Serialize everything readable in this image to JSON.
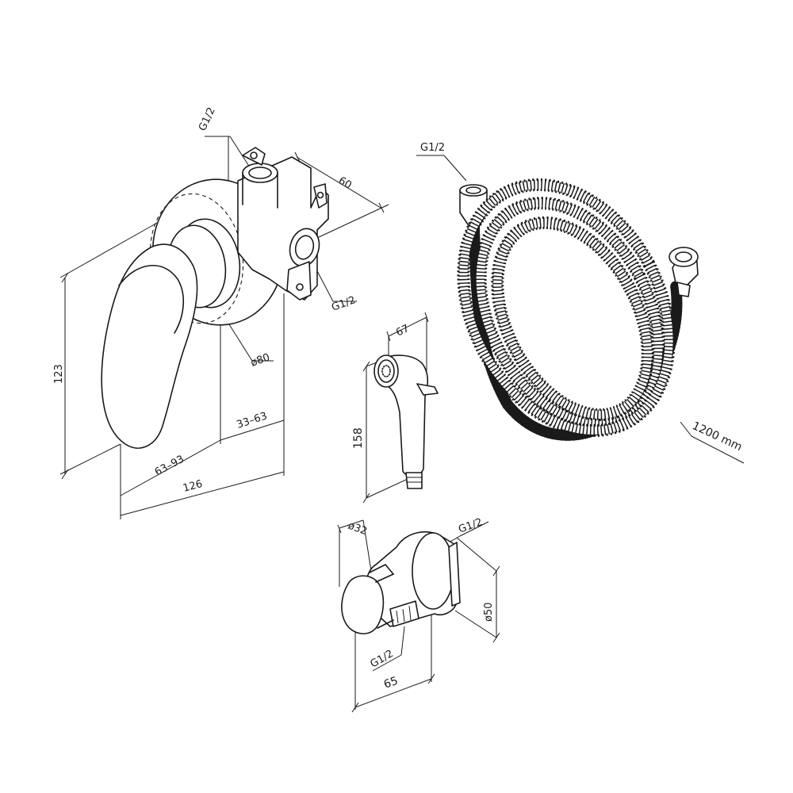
{
  "labels": {
    "valve_thread_top": "G1/2",
    "valve_depth": "60",
    "valve_thread_side": "G1/2",
    "rosette_diameter": "ø80",
    "lever_height": "123",
    "wall_range_small": "33–63",
    "wall_range_large": "63–93",
    "total_length": "126",
    "hose_thread": "G1/2",
    "hose_length": "1200 mm",
    "sprayer_width": "67",
    "sprayer_height": "158",
    "outlet_diameter_small": "ø32",
    "outlet_thread_top": "G1/2",
    "outlet_diameter_large": "ø50",
    "outlet_thread_bottom": "G1/2",
    "outlet_length": "65"
  }
}
